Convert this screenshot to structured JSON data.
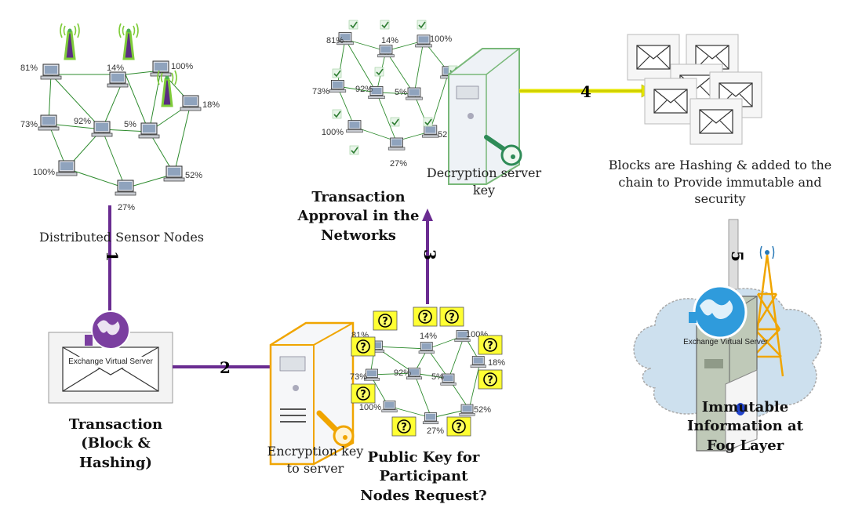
{
  "captions": {
    "sensor_nodes": "Distributed Sensor Nodes",
    "transaction": "Transaction (Block & Hashing)",
    "encryption": "Encryption key to server",
    "public_key": "Public Key for Participant Nodes Request?",
    "approval": "Transaction Approval in the Networks",
    "decryption": "Decryption server key",
    "blocks": "Blocks are Hashing & added to the chain to Provide immutable and security",
    "immutable": "Immutable Information at Fog Layer",
    "exchange_server_left": "Exchange Virtual Server",
    "exchange_server_right": "Exchange Virtual Server"
  },
  "steps": [
    "1",
    "2",
    "3",
    "4",
    "5"
  ],
  "node_percentages": [
    "81%",
    "14%",
    "100%",
    "18%",
    "73%",
    "92%",
    "5%",
    "100%",
    "52%",
    "27%"
  ],
  "approval_percentages": [
    "81%",
    "14%",
    "100%",
    "73%",
    "92%",
    "5%",
    "100%",
    "52",
    "27%"
  ],
  "request_percentages": [
    "81%",
    "14%",
    "100%",
    "18%",
    "73%",
    "92%",
    "5%",
    "100%",
    "52%",
    "27%"
  ],
  "icons": [
    "antenna-icon",
    "computer-icon",
    "globe-icon",
    "envelope-icon",
    "server-icon",
    "key-icon",
    "checkmark-icon",
    "question-icon",
    "cloud-icon",
    "tower-icon"
  ],
  "colors": {
    "arrow_purple": "#6a2c91",
    "arrow_yellow": "#e6e600",
    "network_line": "#2e8b2e",
    "question_box": "#ffff33",
    "key_stroke": "#2e8b57"
  }
}
